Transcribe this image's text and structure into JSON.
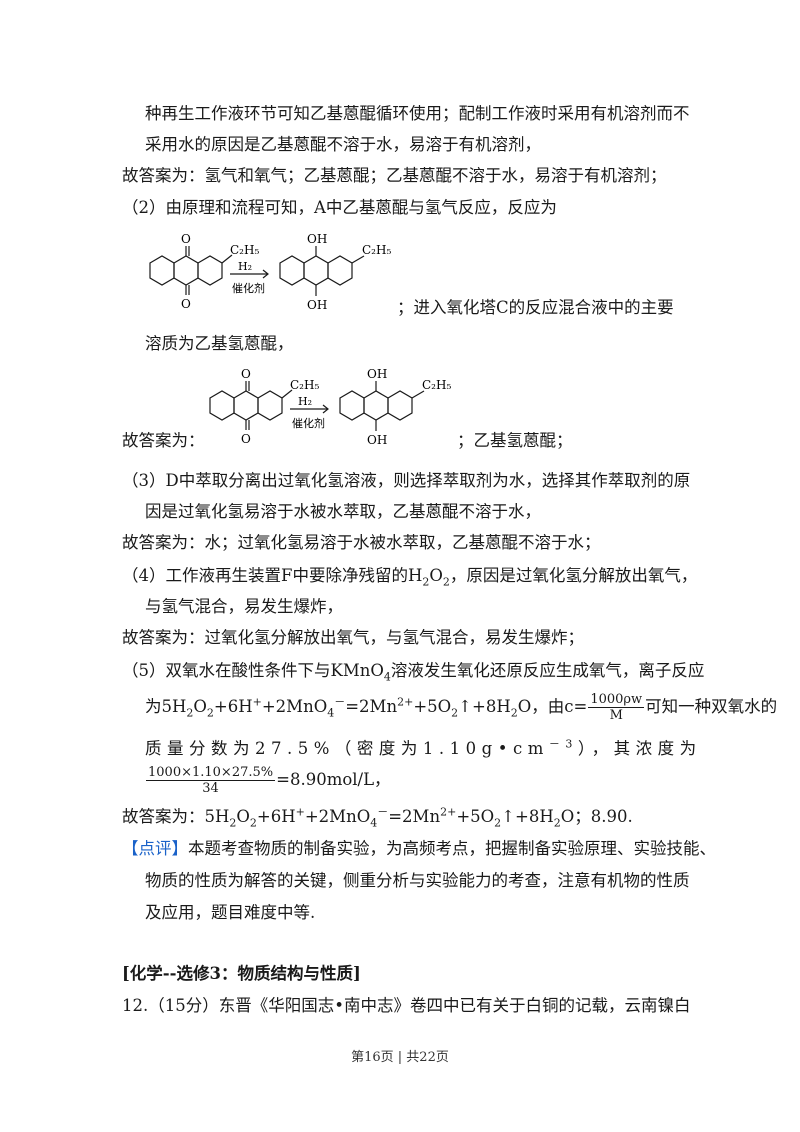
{
  "lines": {
    "l1": "种再生工作液环节可知乙基蒽醌循环使用；配制工作液时采用有机溶剂而不",
    "l2": "采用水的原因是乙基蒽醌不溶于水，易溶于有机溶剂，",
    "l3": "故答案为：氢气和氧气；乙基蒽醌；乙基蒽醌不溶于水，易溶于有机溶剂；",
    "l4": "（2）由原理和流程可知，A中乙基蒽醌与氢气反应，反应为",
    "l5": "；进入氧化塔C的反应混合液中的主要",
    "l6": "溶质为乙基氢蒽醌，",
    "l7_prefix": "故答案为：",
    "l7_suffix": "；乙基氢蒽醌；",
    "l8": "（3）D中萃取分离出过氧化氢溶液，则选择萃取剂为水，选择其作萃取剂的原",
    "l9": "因是过氧化氢易溶于水被水萃取，乙基蒽醌不溶于水，",
    "l10": "故答案为：水；过氧化氢易溶于水被水萃取，乙基蒽醌不溶于水；",
    "l11a": "（4）工作液再生装置F中要除净残留的H",
    "l11b": "2",
    "l11c": "O",
    "l11d": "2",
    "l11e": "，原因是过氧化氢分解放出氧气，",
    "l12": "与氢气混合，易发生爆炸，",
    "l13": "故答案为：过氧化氢分解放出氧气，与氢气混合，易发生爆炸；",
    "l14a": "（5）双氧水在酸性条件下与KMnO",
    "l14b": "4",
    "l14c": "溶液发生氧化还原反应生成氧气，离子反应",
    "l15a": "为5H",
    "l15b": "2",
    "l15c": "O",
    "l15d": "2",
    "l15e": "+6H",
    "l15f": "+",
    "l15g": "+2MnO",
    "l15h": "4",
    "l15i": "－",
    "l15j": "=2Mn",
    "l15k": "2+",
    "l15l": "+5O",
    "l15m": "2",
    "l15n": "↑+8H",
    "l15o": "2",
    "l15p": "O，由c=",
    "l15_frac_num": "1000ρw",
    "l15_frac_den": "M",
    "l15q": "可知一种双氧水的",
    "l16": "质量分数为27.5%（密度为1.10g•cm",
    "l16sup": "－3",
    "l16b": "），其浓度为",
    "l17_frac_num": "1000×1.10×27.5%",
    "l17_frac_den": "34",
    "l17_suffix": "=8.90mol/L，",
    "l18a": "故答案为：5H",
    "l18b": "2",
    "l18c": "O",
    "l18d": "2",
    "l18e": "+6H",
    "l18f": "+",
    "l18g": "+2MnO",
    "l18h": "4",
    "l18i": "－",
    "l18j": "=2Mn",
    "l18k": "2+",
    "l18l": "+5O",
    "l18m": "2",
    "l18n": "↑+8H",
    "l18o": "2",
    "l18p": "O；8.90.",
    "l19_tag": "【点评】",
    "l19": "本题考查物质的制备实验，为高频考点，把握制备实验原理、实验技能、",
    "l20": "物质的性质为解答的关键，侧重分析与实验能力的考查，注意有机物的性质",
    "l21": "及应用，题目难度中等.",
    "l22": "[化学--选修3：物质结构与性质]",
    "l23": "12.（15分）东晋《华阳国志•南中志》卷四中已有关于白铜的记载，云南镍白"
  },
  "reaction": {
    "o_top": "O",
    "o_bottom": "O",
    "oh_top": "OH",
    "oh_bottom": "OH",
    "ethyl": "C₂H₅",
    "reagent": "H₂",
    "catalyst": "催化剂"
  },
  "footer": "第16页 | 共22页"
}
